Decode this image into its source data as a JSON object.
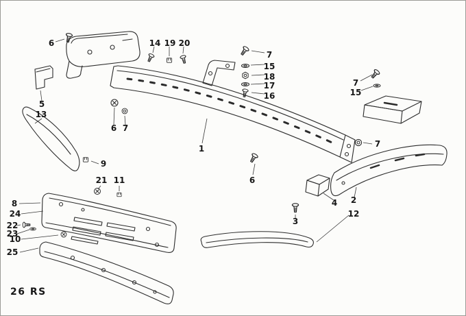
{
  "diagram": {
    "footer_code": "26 RS",
    "ink_color": "#2b2b2b",
    "background_color": "#fcfcfa"
  },
  "labels": [
    {
      "text": "6"
    },
    {
      "text": "14"
    },
    {
      "text": "19"
    },
    {
      "text": "20"
    },
    {
      "text": "7"
    },
    {
      "text": "15"
    },
    {
      "text": "18"
    },
    {
      "text": "17"
    },
    {
      "text": "16"
    },
    {
      "text": "7"
    },
    {
      "text": "15"
    },
    {
      "text": "5"
    },
    {
      "text": "13"
    },
    {
      "text": "6"
    },
    {
      "text": "7"
    },
    {
      "text": "1"
    },
    {
      "text": "7"
    },
    {
      "text": "9"
    },
    {
      "text": "6"
    },
    {
      "text": "21"
    },
    {
      "text": "11"
    },
    {
      "text": "8"
    },
    {
      "text": "24"
    },
    {
      "text": "22"
    },
    {
      "text": "23"
    },
    {
      "text": "10"
    },
    {
      "text": "25"
    },
    {
      "text": "4"
    },
    {
      "text": "2"
    },
    {
      "text": "12"
    },
    {
      "text": "3"
    }
  ]
}
